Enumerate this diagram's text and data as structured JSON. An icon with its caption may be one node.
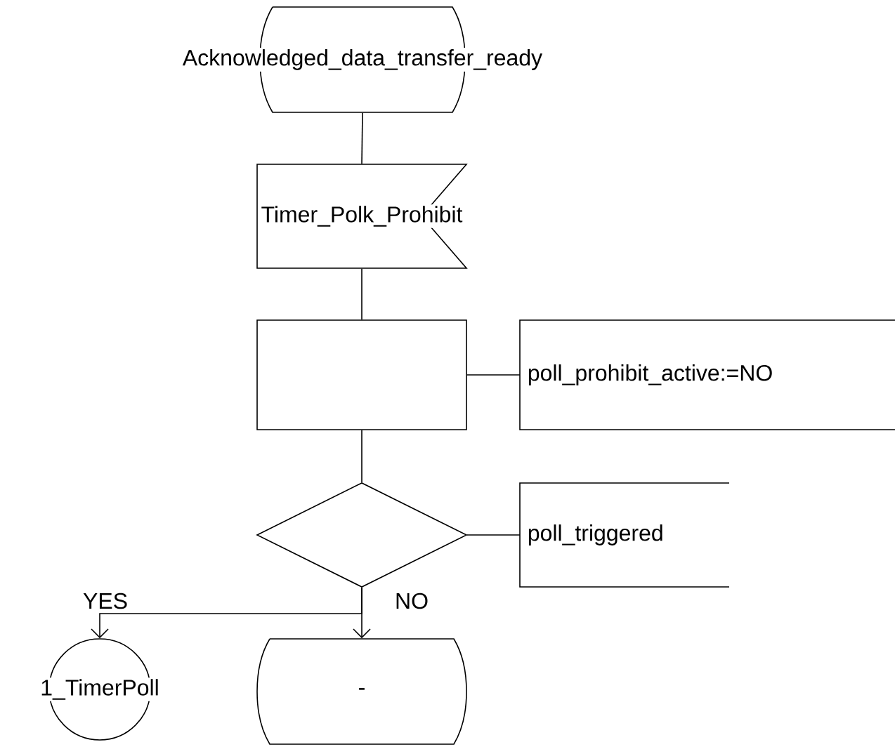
{
  "diagram": {
    "nodes": [
      {
        "text": [
          "Acknowledged_data_transfer_ready"
        ]
      },
      {
        "text": [
          "Timer_Polk_Prohibit"
        ]
      },
      {
        "text": [],
        "shape": "box"
      },
      {
        "text": [
          "poll_prohibit_active:=NO"
        ]
      },
      {
        "text": [],
        "shape": "diamond"
      },
      {
        "text": [
          "poll_triggered"
        ]
      },
      {
        "text": [
          "1_TimerPoll"
        ]
      },
      {
        "text": [
          "-"
        ]
      }
    ],
    "edges": [
      {
        "from": 0,
        "to": 1,
        "arrow": "none"
      },
      {
        "from": 1,
        "to": 2,
        "arrow": "none"
      },
      {
        "from": 2,
        "to": 3,
        "arrow": "none"
      },
      {
        "from": 2,
        "to": 4,
        "arrow": "none"
      },
      {
        "from": 4,
        "to": 5,
        "arrow": "none"
      },
      {
        "from": 4,
        "to": 6,
        "arrow": "to",
        "label": "YES"
      },
      {
        "from": 4,
        "to": 7,
        "arrow": "to",
        "label": "NO"
      }
    ]
  }
}
